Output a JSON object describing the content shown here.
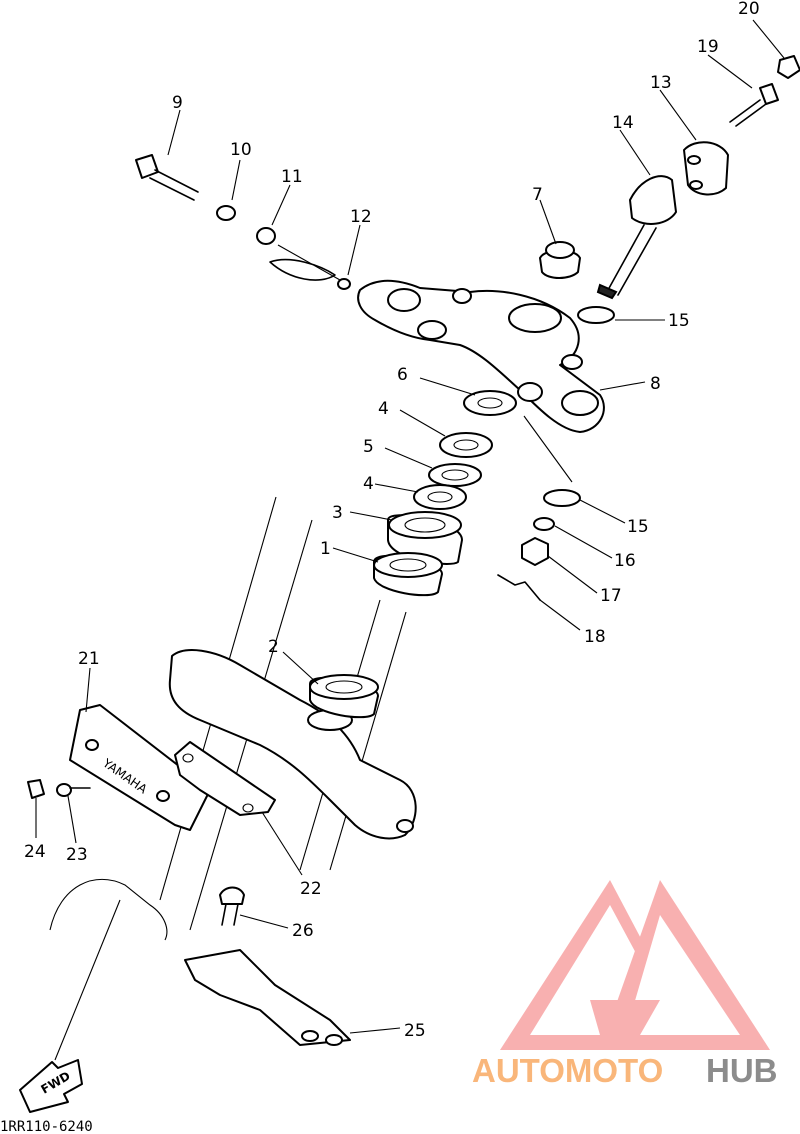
{
  "diagram_code": "1RR110-6240",
  "fwd_label": "FWD",
  "embossed_text": "YAMAHA",
  "watermark": {
    "text_part1": "AUTOMOTO",
    "text_part2": "HUB",
    "color_part1": "#F9B67A",
    "color_part2": "#8C8C8C",
    "logo_color": "#F7A3A3"
  },
  "callouts": [
    {
      "id": "1",
      "label": "1"
    },
    {
      "id": "2",
      "label": "2"
    },
    {
      "id": "3",
      "label": "3"
    },
    {
      "id": "4a",
      "label": "4"
    },
    {
      "id": "4b",
      "label": "4"
    },
    {
      "id": "5",
      "label": "5"
    },
    {
      "id": "6",
      "label": "6"
    },
    {
      "id": "7",
      "label": "7"
    },
    {
      "id": "8",
      "label": "8"
    },
    {
      "id": "9",
      "label": "9"
    },
    {
      "id": "10",
      "label": "10"
    },
    {
      "id": "11",
      "label": "11"
    },
    {
      "id": "12",
      "label": "12"
    },
    {
      "id": "13",
      "label": "13"
    },
    {
      "id": "14",
      "label": "14"
    },
    {
      "id": "15a",
      "label": "15"
    },
    {
      "id": "15b",
      "label": "15"
    },
    {
      "id": "16",
      "label": "16"
    },
    {
      "id": "17",
      "label": "17"
    },
    {
      "id": "18",
      "label": "18"
    },
    {
      "id": "19",
      "label": "19"
    },
    {
      "id": "20",
      "label": "20"
    },
    {
      "id": "21",
      "label": "21"
    },
    {
      "id": "22",
      "label": "22"
    },
    {
      "id": "23",
      "label": "23"
    },
    {
      "id": "24",
      "label": "24"
    },
    {
      "id": "25",
      "label": "25"
    },
    {
      "id": "26",
      "label": "26"
    }
  ]
}
